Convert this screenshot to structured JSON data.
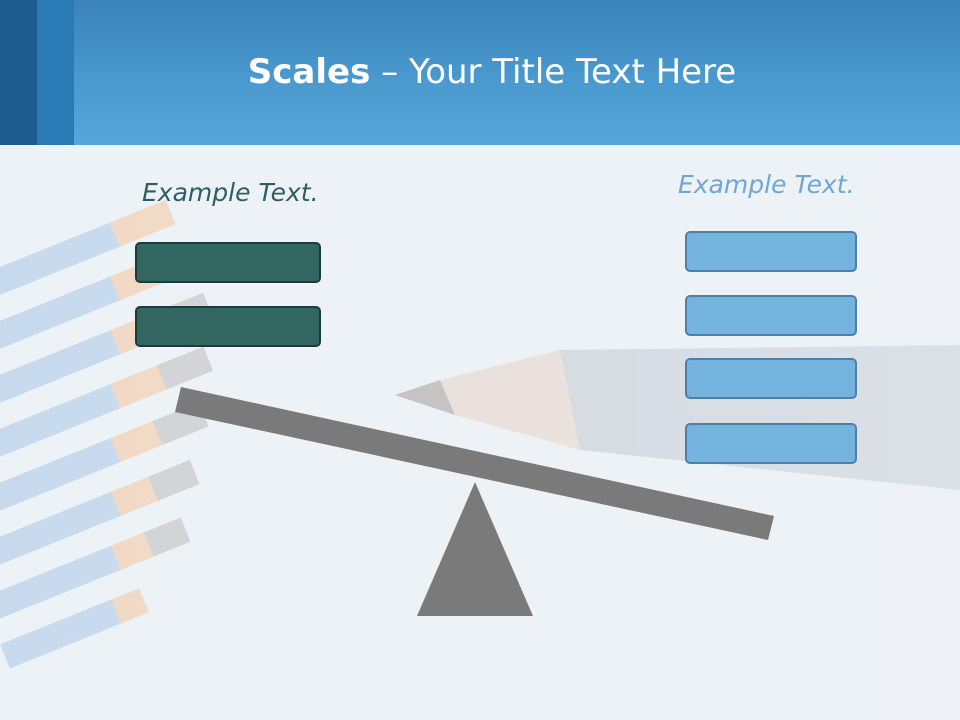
{
  "slide": {
    "title_bold": "Scales",
    "title_rest": " – Your Title Text Here"
  },
  "left_panel": {
    "label": "Example Text.",
    "color": "#336661"
  },
  "right_panel": {
    "label": "Example Text.",
    "color": "#73b3de"
  },
  "colors": {
    "header": "#4b9bd1",
    "beam": "#7a7a7a"
  }
}
